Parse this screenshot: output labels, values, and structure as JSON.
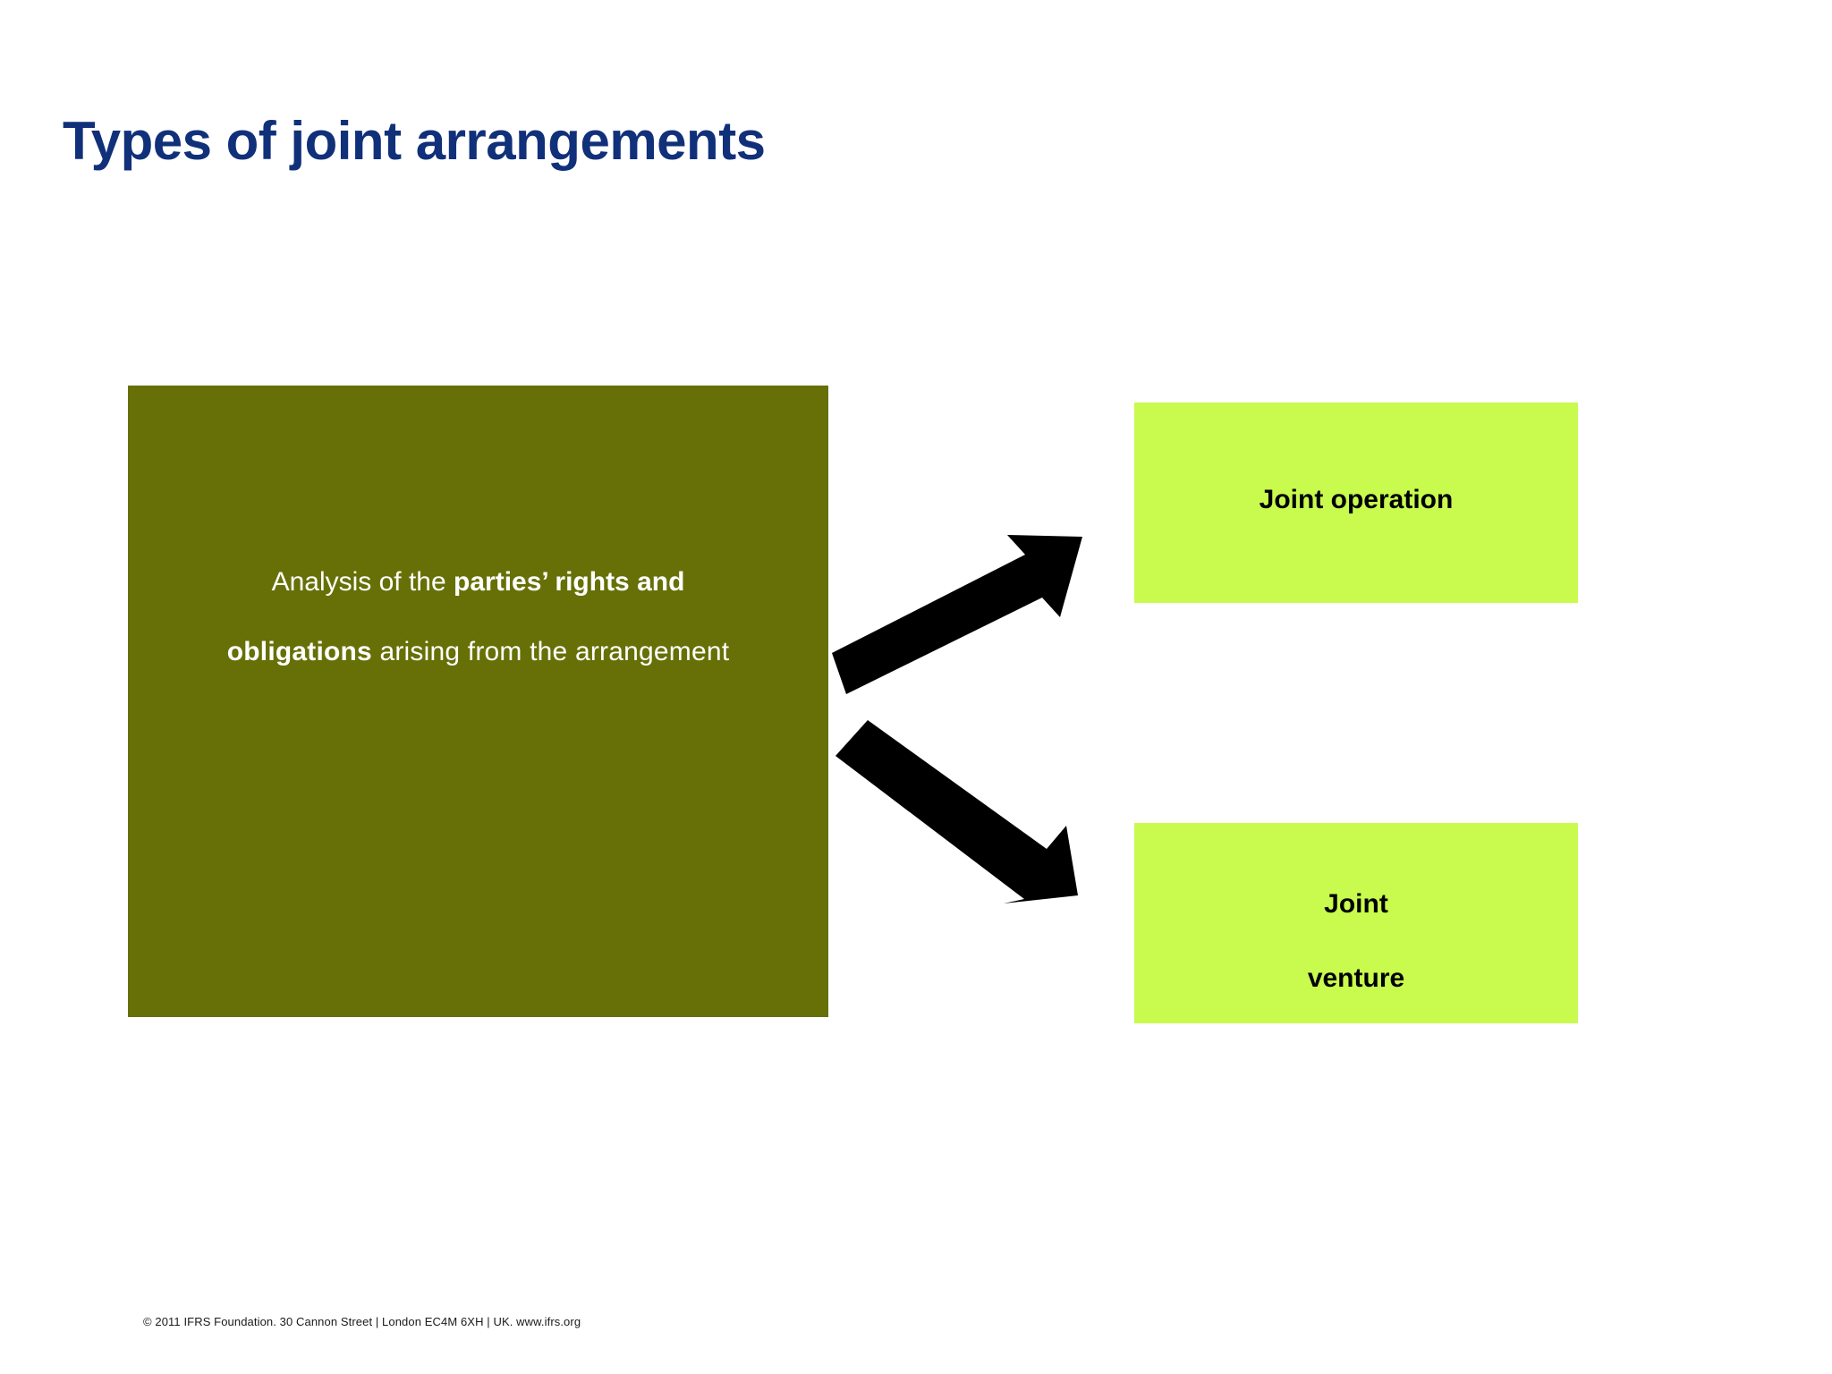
{
  "slide": {
    "title": "Types of joint arrangements",
    "title_color": "#11307a",
    "background_color": "#ffffff"
  },
  "source_box": {
    "background_color": "#667006",
    "text_color": "#ffffff",
    "line1_normal": "Analysis of the ",
    "line1_bold": "parties’ rights and",
    "line2_bold": "obligations",
    "line2_normal": " arising from the arrangement",
    "full_text": "Analysis of the parties’ rights and obligations arising from the arrangement"
  },
  "outcomes": [
    {
      "id": "joint-operation",
      "label": "Joint operation",
      "background_color": "#c8fb4e",
      "text_color": "#000000"
    },
    {
      "id": "joint-venture",
      "label_line1": "Joint",
      "label_line2": "venture",
      "label": "Joint venture",
      "background_color": "#c8fb4e",
      "text_color": "#000000"
    }
  ],
  "arrows": [
    {
      "id": "arrow-up",
      "direction": "up-right",
      "color": "#000000"
    },
    {
      "id": "arrow-down",
      "direction": "down-right",
      "color": "#000000"
    }
  ],
  "footer": {
    "text": "© 2011 IFRS Foundation.  30 Cannon Street  |  London EC4M 6XH  |  UK.  www.ifrs.org"
  }
}
